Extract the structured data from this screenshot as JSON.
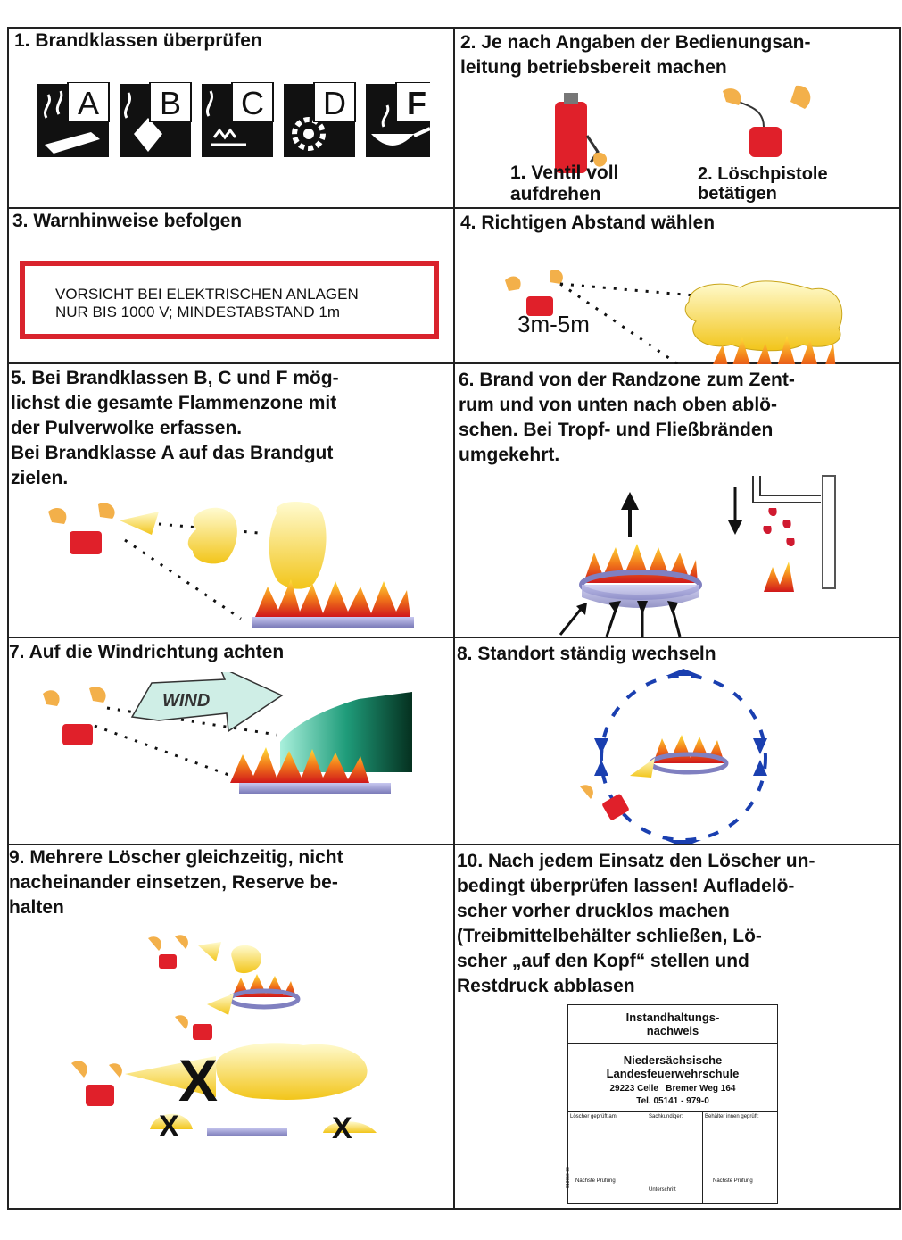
{
  "sections": [
    {
      "title": "1. Brandklassen überprüfen"
    },
    {
      "title": "2. Je nach Angaben der Bedienungsan-\n   leitung betriebsbereit machen",
      "caption_1": "1. Ventil voll\naufdrehen",
      "caption_2": "2. Löschpistole\nbetätigen"
    },
    {
      "title": "3. Warnhinweise befolgen",
      "warning_line_1": "VORSICHT BEI ELEKTRISCHEN ANLAGEN",
      "warning_line_2": "NUR BIS 1000 V; MINDESTABSTAND 1m"
    },
    {
      "title": "4. Richtigen Abstand wählen",
      "distance": "3m-5m"
    },
    {
      "title": "5. Bei Brandklassen B, C und F mög-\n   lichst die gesamte Flammenzone mit\n   der Pulverwolke erfassen.\n   Bei Brandklasse A auf das Brandgut\n   zielen."
    },
    {
      "title": "6. Brand von der Randzone zum Zent-\n   rum und von unten nach oben ablö-\n   schen. Bei Tropf- und Fließbränden\n   umgekehrt."
    },
    {
      "title": "7. Auf die Windrichtung achten",
      "wind_label": "WIND"
    },
    {
      "title": "8. Standort ständig wechseln"
    },
    {
      "title": "9. Mehrere Löscher gleichzeitig, nicht\n   nacheinander einsetzen, Reserve be-\n   halten",
      "wrong_mark": "X"
    },
    {
      "title": "10. Nach jedem Einsatz den Löscher un-\n    bedingt überprüfen lassen! Aufladelö-\n    scher vorher drucklos machen\n    (Treibmittelbehälter schließen, Lö-\n    scher „auf den Kopf“ stellen und\n    Restdruck abblasen"
    }
  ],
  "fire_classes": [
    "A",
    "B",
    "C",
    "D",
    "F"
  ],
  "maintenance_card": {
    "heading": "Instandhaltungs-\nnachweis",
    "org_name": "Niedersächsische\nLandesfeuerwehrschule",
    "address": "29223 Celle   Bremer Weg 164",
    "phone": "Tel. 05141 - 979-0",
    "col_1": "Löscher geprüft am:",
    "col_2": "Sachkundiger:",
    "col_3": "Behälter innen geprüft:",
    "next_1": "Nächste Prüfung",
    "signature": "Unterschrift",
    "next_3": "Nächste Prüfung",
    "side_code": "913050-00"
  },
  "colors": {
    "warning_red": "#d9232d",
    "extinguisher_red": "#e0202a",
    "dash_blue": "#1a3fb0",
    "wind_fill": "#cfeee6"
  }
}
